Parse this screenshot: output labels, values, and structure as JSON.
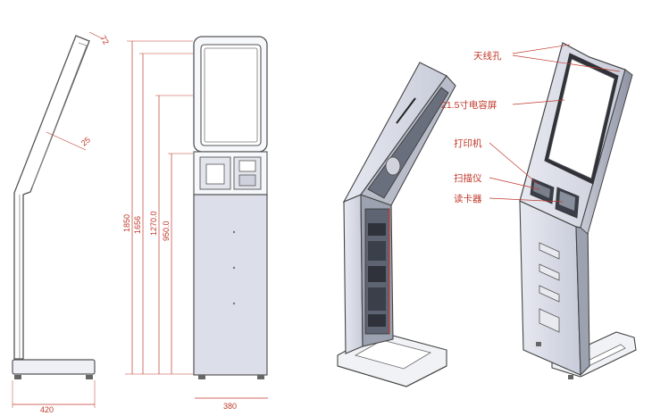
{
  "dimensions": {
    "bezel_top": "72",
    "tilt": "25",
    "base_width_left": "420",
    "total_height": "1850",
    "body_height": "1656",
    "upper_height": "1270.0",
    "lower_height": "950.0",
    "body_width": "380"
  },
  "callouts": {
    "camera": "天线孔",
    "screen": "21.5寸电容屏",
    "printer": "打印机",
    "scanner": "扫描仪",
    "card_reader": "读卡器"
  }
}
